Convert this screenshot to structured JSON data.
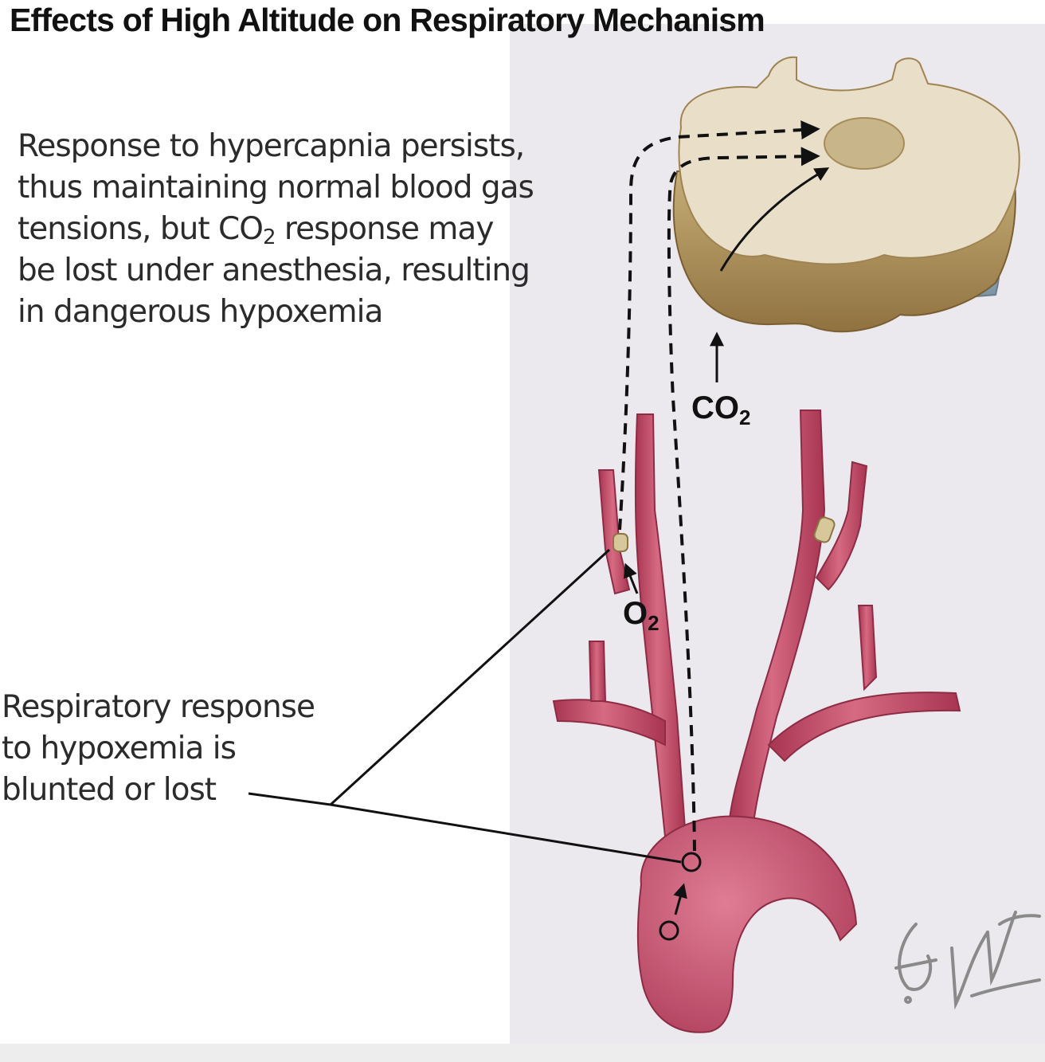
{
  "title": "Effects of High Altitude on Respiratory Mechanism",
  "hypercapnia_text": {
    "line1": "Response to hypercapnia persists,",
    "line2": "thus maintaining normal blood gas",
    "line3_before": "tensions, but CO",
    "line3_sub": "2",
    "line3_after": " response may",
    "line4": "be lost under anesthesia, resulting",
    "line5": "in dangerous hypoxemia"
  },
  "hypoxemia_text": {
    "line1": "Respiratory response",
    "line2": "to hypoxemia is",
    "line3": "blunted or lost"
  },
  "labels": {
    "co2_main": "CO",
    "co2_sub": "2",
    "o2_main": "O",
    "o2_sub": "2"
  },
  "colors": {
    "artery": "#c24a66",
    "artery_highlight": "#e48a9f",
    "brain_tissue": "#e8dcc4",
    "brain_edge": "#a78a50",
    "meninges": "#9fb4c6",
    "background_panel": "#ebe9ee"
  },
  "icons": {
    "signature": "artist-signature"
  }
}
